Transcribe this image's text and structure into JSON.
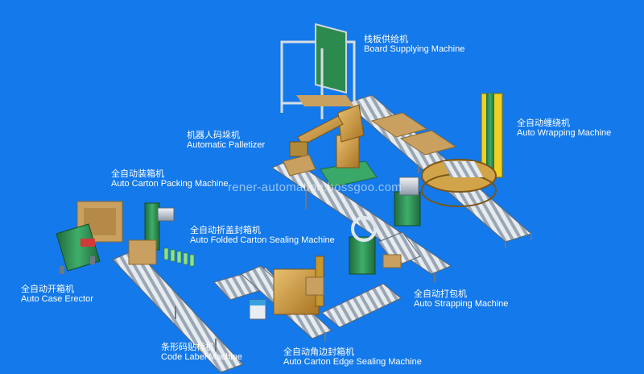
{
  "colors": {
    "background": "#1479ea",
    "rollers": "#d9dfe6",
    "machine_green": "#2f8f55",
    "cartons": "#c9a060",
    "robot": "#c8962e"
  },
  "watermark": "rener-automation.bossgoo.com",
  "machines": [
    {
      "id": "board-supplying",
      "zh": "栈板供给机",
      "en": "Board Supplying Machine"
    },
    {
      "id": "auto-wrapping",
      "zh": "全自动缠绕机",
      "en": "Auto Wrapping Machine"
    },
    {
      "id": "automatic-palletizer",
      "zh": "机器人码垛机",
      "en": "Automatic Palletizer"
    },
    {
      "id": "auto-carton-packing",
      "zh": "全自动装箱机",
      "en": "Auto Carton Packing Machine"
    },
    {
      "id": "auto-folded-carton-sealing",
      "zh": "全自动折盖封箱机",
      "en": "Auto Folded Carton Sealing Machine"
    },
    {
      "id": "auto-case-erector",
      "zh": "全自动开箱机",
      "en": "Auto Case Erector"
    },
    {
      "id": "auto-strapping",
      "zh": "全自动打包机",
      "en": "Auto Strapping Machine"
    },
    {
      "id": "code-label",
      "zh": "条形码贴标机",
      "en": "Code Label Machine"
    },
    {
      "id": "auto-carton-edge-sealing",
      "zh": "全自动角边封箱机",
      "en": "Auto Carton Edge Sealing Machine"
    }
  ]
}
